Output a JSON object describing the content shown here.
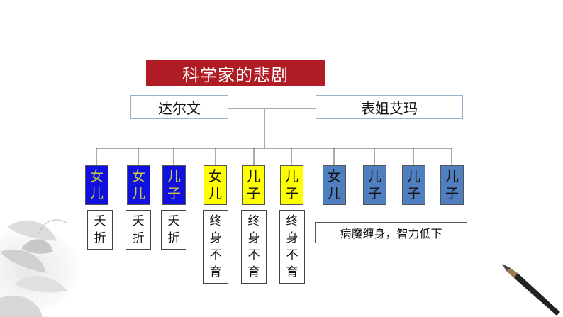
{
  "title": "科学家的悲剧",
  "parents": {
    "left": "达尔文",
    "right": "表姐艾玛"
  },
  "colors": {
    "title_bg": "#b01c23",
    "child_blue_dark": "#1010e0",
    "child_yellow": "#ffff00",
    "child_blue_steel": "#4f7fbf",
    "line": "#555555"
  },
  "children": [
    {
      "chars": [
        "女",
        "儿"
      ],
      "group": "died_young"
    },
    {
      "chars": [
        "女",
        "儿"
      ],
      "group": "died_young"
    },
    {
      "chars": [
        "儿",
        "子"
      ],
      "group": "died_young"
    },
    {
      "chars": [
        "女",
        "儿"
      ],
      "group": "infertile"
    },
    {
      "chars": [
        "儿",
        "子"
      ],
      "group": "infertile"
    },
    {
      "chars": [
        "儿",
        "子"
      ],
      "group": "infertile"
    },
    {
      "chars": [
        "女",
        "儿"
      ],
      "group": "sick"
    },
    {
      "chars": [
        "儿",
        "子"
      ],
      "group": "sick"
    },
    {
      "chars": [
        "儿",
        "子"
      ],
      "group": "sick"
    },
    {
      "chars": [
        "儿",
        "子"
      ],
      "group": "sick"
    }
  ],
  "statuses": {
    "died_young": [
      "夭",
      "折"
    ],
    "infertile": [
      "终",
      "身",
      "不",
      "育"
    ],
    "sick": "病魔缠身，智力低下"
  }
}
